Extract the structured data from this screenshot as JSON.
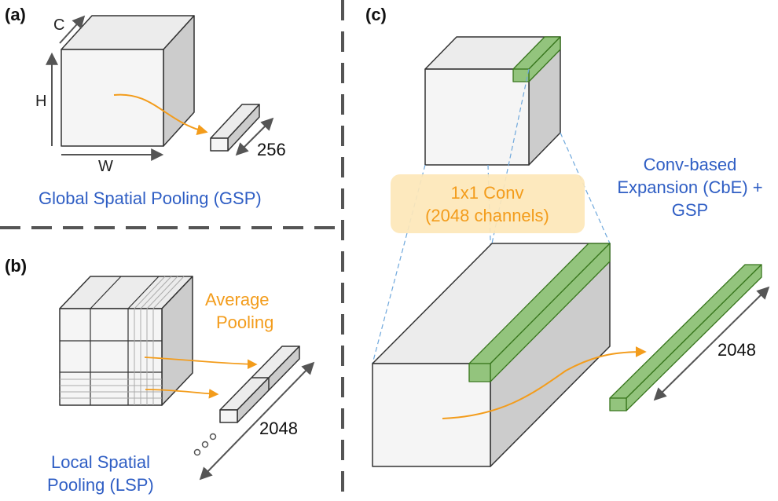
{
  "colors": {
    "blue_text": "#2f5ec4",
    "orange": "#f39c1b",
    "green_fill": "#93c47d",
    "green_stroke": "#38761d",
    "box_face": "#f5f5f5",
    "box_side": "#cccccc",
    "box_top": "#ececec",
    "divider": "#555555",
    "conv_bg": "#fde7b8",
    "dash_blue": "#6fa8dc"
  },
  "panel_a": {
    "tag": "(a)",
    "axis_c": "C",
    "axis_h": "H",
    "axis_w": "W",
    "output_size": "256",
    "caption": "Global Spatial Pooling (GSP)"
  },
  "panel_b": {
    "tag": "(b)",
    "pooling_label_line1": "Average",
    "pooling_label_line2": "Pooling",
    "output_size": "2048",
    "caption_line1": "Local Spatial",
    "caption_line2": "Pooling (LSP)"
  },
  "panel_c": {
    "tag": "(c)",
    "conv_line1": "1x1 Conv",
    "conv_line2": "(2048 channels)",
    "caption_line1": "Conv-based",
    "caption_line2": "Expansion (CbE) +",
    "caption_line3": "GSP",
    "output_size": "2048"
  }
}
